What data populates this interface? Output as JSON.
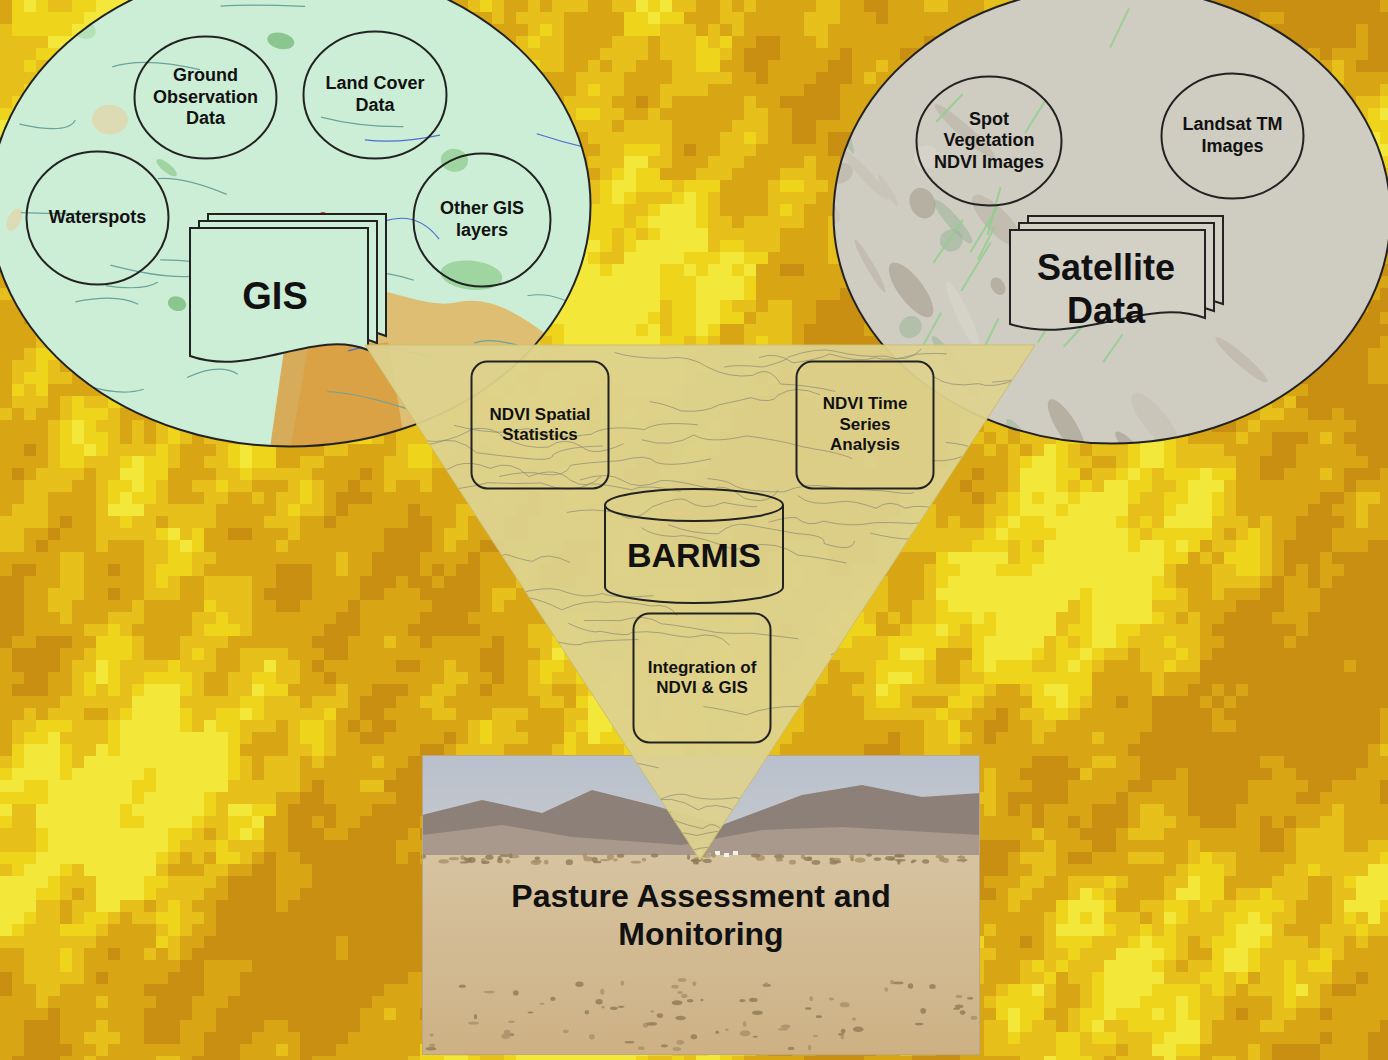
{
  "diagram": {
    "nodes": [
      {
        "text": [
          "GIS"
        ]
      },
      {
        "text": [
          "Ground Observation Data"
        ],
        "in": 0
      },
      {
        "text": [
          "Land Cover Data"
        ],
        "in": 0
      },
      {
        "text": [
          "Waterspots"
        ],
        "in": 0
      },
      {
        "text": [
          "Other GIS layers"
        ],
        "in": 0
      },
      {
        "text": [
          "Satellite Data"
        ]
      },
      {
        "text": [
          "Spot Vegetation NDVI Images"
        ],
        "in": 5
      },
      {
        "text": [
          "Landsat TM Images"
        ],
        "in": 5
      },
      {
        "text": [
          "BARMIS"
        ]
      },
      {
        "text": [
          "NDVI Spatial Statistics"
        ],
        "in": 8
      },
      {
        "text": [
          "NDVI Time Series Analysis"
        ],
        "in": 8
      },
      {
        "text": [
          "Integration of NDVI & GIS"
        ],
        "in": 8
      },
      {
        "text": [
          "Pasture Assessment and Monitoring"
        ]
      }
    ]
  }
}
